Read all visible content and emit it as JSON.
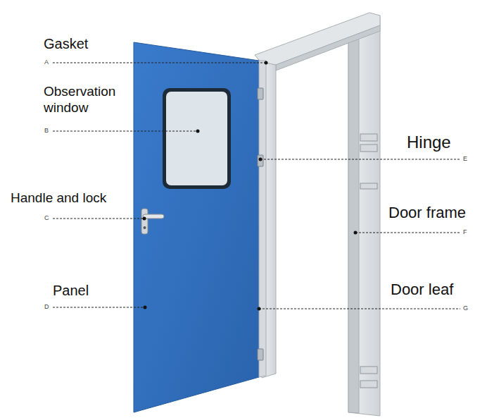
{
  "diagram": {
    "labels": [
      "Gasket",
      "A",
      "Observation window",
      "B",
      "Hinge",
      "E",
      "Handle and lock",
      "C",
      "Door frame",
      "F",
      "Panel",
      "D",
      "Door leaf",
      "G"
    ]
  }
}
